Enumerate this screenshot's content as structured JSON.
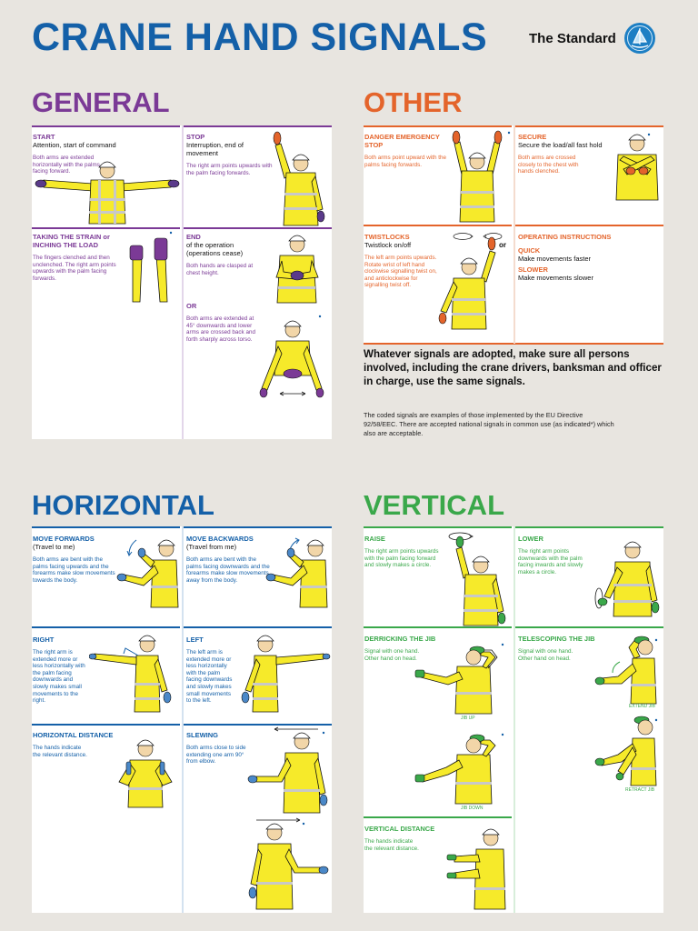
{
  "title": "CRANE HAND SIGNALS",
  "brand": "The Standard",
  "colors": {
    "general": "#7b3a96",
    "other": "#e4642b",
    "horizontal": "#1460a8",
    "vertical": "#3aa84a",
    "vest": "#f6ea2a",
    "background": "#e8e5e0"
  },
  "general": {
    "heading": "GENERAL",
    "start": {
      "title": "START",
      "subtitle": "Attention, start of command",
      "desc": "Both arms are extended horizontally with the palms facing forward."
    },
    "stop": {
      "title": "STOP",
      "subtitle": "Interruption, end of movement",
      "desc": "The right arm points upwards with the palm facing forwards."
    },
    "strain": {
      "title": "TAKING THE STRAIN or INCHING THE LOAD",
      "desc": "The fingers clenched and then unclenched. The right arm points upwards with the palm facing forwards."
    },
    "end": {
      "title": "END",
      "subtitle": "of the operation (operations cease)",
      "desc": "Both hands are clasped at chest height.",
      "or_label": "OR",
      "or_desc": "Both arms are extended at 45° downwards and lower arms are crossed back and forth sharply across torso."
    }
  },
  "other": {
    "heading": "OTHER",
    "danger": {
      "title": "DANGER EMERGENCY STOP",
      "desc": "Both arms point upward with the palms facing forwards."
    },
    "secure": {
      "title": "SECURE",
      "subtitle": "Secure the load/all fast hold",
      "desc": "Both arms are crossed closely to the chest with hands clenched."
    },
    "twistlocks": {
      "title": "TWISTLOCKS",
      "subtitle": "Twistlock on/off",
      "desc": "The left arm points upwards. Rotate wrist of left hand clockwise signalling twist on, and anticlockwise for signalling twist off.",
      "or_label": "or"
    },
    "operating": {
      "title": "OPERATING INSTRUCTIONS",
      "quick_title": "QUICK",
      "quick_desc": "Make movements faster",
      "slower_title": "SLOWER",
      "slower_desc": "Make movements slower"
    }
  },
  "statement": "Whatever signals are adopted, make sure all persons involved, including the crane drivers, banksman and officer in charge, use the same signals.",
  "note": "The coded signals are examples of those implemented by the EU Directive 92/58/EEC. There are accepted national signals in common use (as indicated*) which also are acceptable.",
  "horizontal": {
    "heading": "HORIZONTAL",
    "forwards": {
      "title": "MOVE FORWARDS",
      "subtitle": "(Travel to me)",
      "desc": "Both arms are bent with the palms facing upwards and the forearms make slow movements towards the body."
    },
    "backwards": {
      "title": "MOVE BACKWARDS",
      "subtitle": "(Travel from me)",
      "desc": "Both arms are bent with the palms facing downwards and the forearms make slow movements away from the body."
    },
    "right": {
      "title": "RIGHT",
      "desc": "The right arm is extended more or less horizontally with the palm facing downwards and slowly makes small movements to the right."
    },
    "left": {
      "title": "LEFT",
      "desc": "The left arm is extended more or less horizontally with the palm facing downwards and slowly makes small movements to the left."
    },
    "distance": {
      "title": "HORIZONTAL DISTANCE",
      "desc": "The hands indicate the relevant distance."
    },
    "slewing": {
      "title": "SLEWING",
      "desc": "Both arms close to side extending one arm 90° from elbow."
    }
  },
  "vertical": {
    "heading": "VERTICAL",
    "raise": {
      "title": "RAISE",
      "desc": "The right arm points upwards with the palm facing forward and slowly makes a circle."
    },
    "lower": {
      "title": "LOWER",
      "desc": "The right arm points downwards with the palm facing inwards and slowly makes a circle."
    },
    "derricking": {
      "title": "DERRICKING THE JIB",
      "desc": "Signal with one hand. Other hand on head.",
      "caption_up": "JIB UP",
      "caption_down": "JIB DOWN"
    },
    "telescoping": {
      "title": "TELESCOPING THE JIB",
      "desc": "Signal with one hand. Other hand on head.",
      "caption_extend": "EXTEND JIB",
      "caption_retract": "RETRACT JIB"
    },
    "vdistance": {
      "title": "VERTICAL DISTANCE",
      "desc": "The hands indicate the relevant distance."
    }
  }
}
